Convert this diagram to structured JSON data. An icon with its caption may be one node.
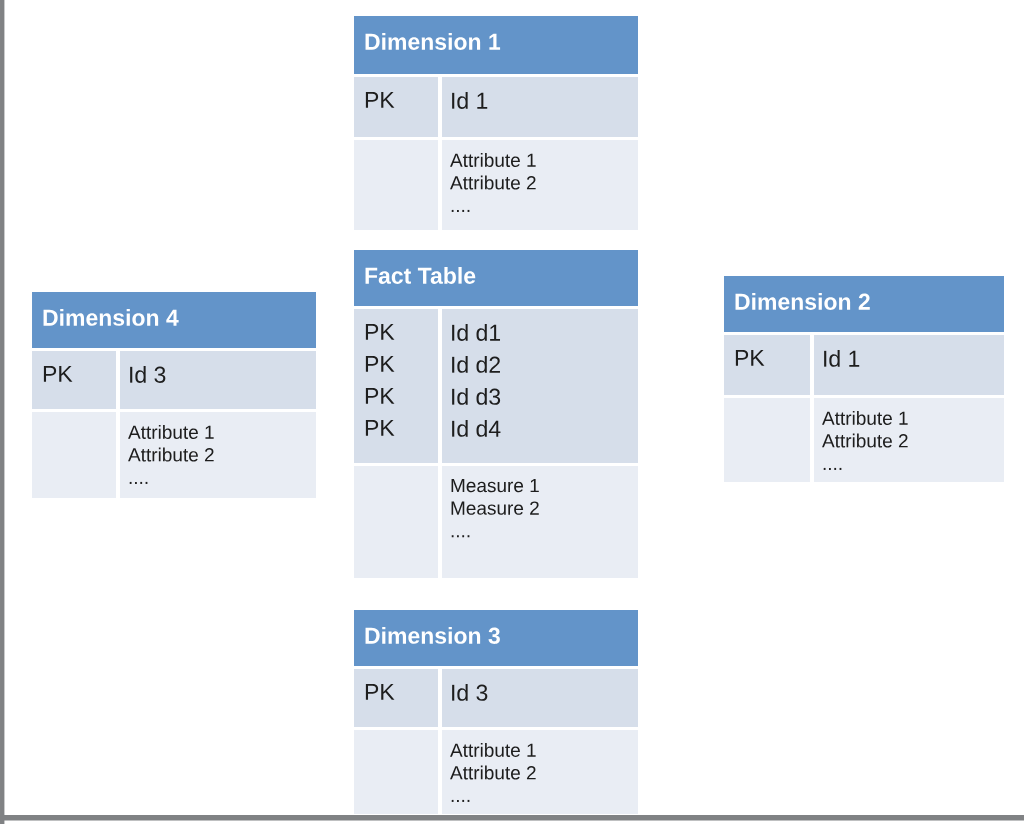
{
  "diagram": {
    "nodes": [
      {
        "text": [
          "Dimension 1"
        ]
      },
      {
        "text": [
          "PK"
        ]
      },
      {
        "text": [
          "Id 1"
        ]
      },
      {
        "text": [],
        "shape": "box"
      },
      {
        "text": [
          "Attribute 1",
          "Attribute 2",
          "...."
        ]
      },
      {
        "text": [
          "Dimension 4"
        ]
      },
      {
        "text": [
          "PK"
        ]
      },
      {
        "text": [
          "Id 3"
        ]
      },
      {
        "text": [],
        "shape": "box"
      },
      {
        "text": [
          "Attribute 1",
          "Attribute 2",
          "...."
        ]
      },
      {
        "text": [
          "Fact Table"
        ]
      },
      {
        "text": [
          "PK",
          "PK",
          "PK",
          "PK"
        ]
      },
      {
        "text": [
          "Id d1",
          "Id d2",
          "Id d3",
          "Id d4"
        ]
      },
      {
        "text": [],
        "shape": "box"
      },
      {
        "text": [
          "Measure 1",
          "Measure 2",
          "...."
        ]
      },
      {
        "text": [
          "Dimension 2"
        ]
      },
      {
        "text": [
          "PK"
        ]
      },
      {
        "text": [
          "Id 1"
        ]
      },
      {
        "text": [],
        "shape": "box"
      },
      {
        "text": [
          "Attribute 1",
          "Attribute 2",
          "...."
        ]
      },
      {
        "text": [
          "Dimension 3"
        ]
      },
      {
        "text": [
          "PK"
        ]
      },
      {
        "text": [
          "Id 3"
        ]
      },
      {
        "text": [],
        "shape": "box"
      },
      {
        "text": [
          "Attribute 1",
          "Attribute 2",
          "...."
        ]
      }
    ]
  }
}
